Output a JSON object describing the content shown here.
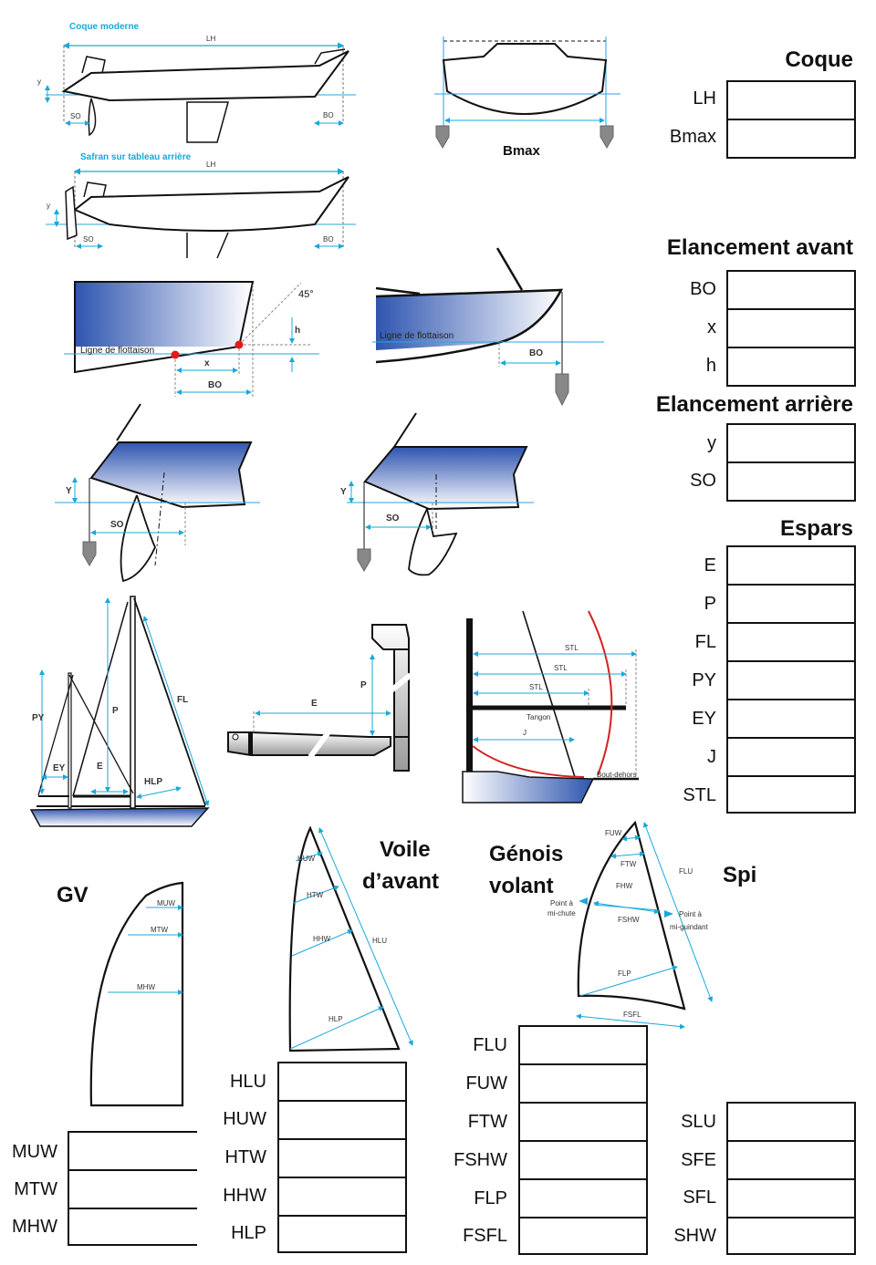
{
  "colors": {
    "dimension": "#19a8da",
    "hull_blue": "#3a5fb5",
    "outline": "#111111",
    "waterline": "#2aa6dc",
    "marker": "#e11b1b",
    "sheet_red": "#d42222"
  },
  "sections": {
    "coque": {
      "title": "Coque",
      "fields": [
        "LH",
        "Bmax"
      ]
    },
    "elancement_avant": {
      "title": "Elancement avant",
      "fields": [
        "BO",
        "x",
        "h"
      ]
    },
    "elancement_arriere": {
      "title": "Elancement arrière",
      "fields": [
        "y",
        "SO"
      ]
    },
    "espars": {
      "title": "Espars",
      "fields": [
        "E",
        "P",
        "FL",
        "PY",
        "EY",
        "J",
        "STL"
      ]
    },
    "gv": {
      "title": "GV",
      "fields": [
        "MUW",
        "MTW",
        "MHW"
      ]
    },
    "voile_avant": {
      "title_line1": "Voile",
      "title_line2": "d’avant",
      "fields": [
        "HLU",
        "HUW",
        "HTW",
        "HHW",
        "HLP"
      ]
    },
    "genois_volant": {
      "title_line1": "Génois",
      "title_line2": "volant",
      "fields": [
        "FLU",
        "FUW",
        "FTW",
        "FSHW",
        "FLP",
        "FSFL"
      ]
    },
    "spi": {
      "title": "Spi",
      "fields": [
        "SLU",
        "SFE",
        "SFL",
        "SHW"
      ]
    }
  },
  "diagrams": {
    "hull_modern": {
      "caption": "Coque moderne",
      "labels": {
        "lh": "LH",
        "y": "y",
        "so": "SO",
        "bo": "BO"
      }
    },
    "hull_transom": {
      "caption": "Safran sur tableau arrière",
      "labels": {
        "lh": "LH",
        "y": "y",
        "so": "SO",
        "bo": "BO"
      }
    },
    "section": {
      "labels": {
        "bmax": "Bmax"
      }
    },
    "bow_detail": {
      "waterline": "Ligne de flottaison",
      "labels": {
        "angle": "45°",
        "h": "h",
        "x": "x",
        "bo": "BO"
      }
    },
    "bow_profile": {
      "waterline": "Ligne de flottaison",
      "labels": {
        "bo": "BO"
      }
    },
    "stern_a": {
      "labels": {
        "y": "Y",
        "so": "SO"
      }
    },
    "stern_b": {
      "labels": {
        "y": "Y",
        "so": "SO"
      }
    },
    "rig": {
      "labels": {
        "py": "PY",
        "ey": "EY",
        "p": "P",
        "e": "E",
        "fl": "FL",
        "hlp": "HLP"
      }
    },
    "boom": {
      "labels": {
        "e": "E",
        "p": "P"
      }
    },
    "spinnaker_pole": {
      "labels": {
        "stl1": "STL",
        "stl2": "STL",
        "stl3": "STL",
        "tangon": "Tangon",
        "j": "J",
        "boutdehors": "Bout-dehors"
      }
    },
    "mainsail": {
      "labels": {
        "muw": "MUW",
        "mtw": "MTW",
        "mhw": "MHW"
      }
    },
    "headsail": {
      "labels": {
        "huw": "HUW",
        "htw": "HTW",
        "hhw": "HHW",
        "hlp": "HLP",
        "hlu": "HLU"
      }
    },
    "spi": {
      "labels": {
        "fuw": "FUW",
        "ftw": "FTW",
        "fhw": "FHW",
        "flu": "FLU",
        "fshw": "FSHW",
        "flp": "FLP",
        "fsfl": "FSFL",
        "point_chute_1": "Point à",
        "point_chute_2": "mi-chute",
        "point_guindant_1": "Point à",
        "point_guindant_2": "mi-guindant"
      }
    }
  }
}
